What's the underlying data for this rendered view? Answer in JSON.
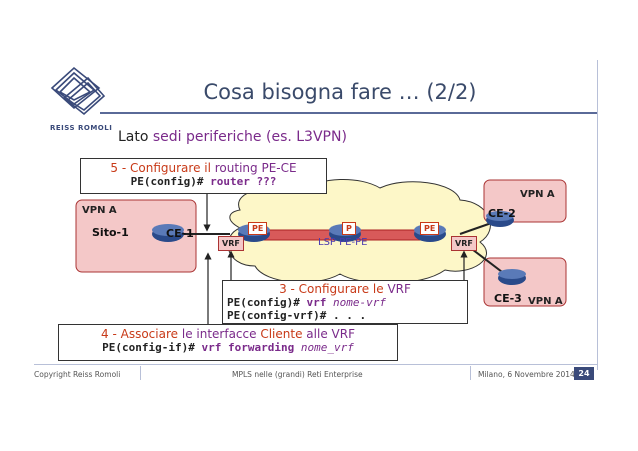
{
  "title": "Cosa bisogna fare … (2/2)",
  "subtitle": {
    "prefix": "Lato",
    "accent": "sedi periferiche (es. L3VPN)"
  },
  "box5": {
    "heading_prefix": "5 - Configurare il",
    "heading_accent": "routing PE-CE",
    "cmd_prompt": "PE(config)# ",
    "cmd_kw": "router ???"
  },
  "box3": {
    "heading_prefix": "3 - Configurare le",
    "heading_accent": "VRF",
    "line1_prompt": "PE(config)# ",
    "line1_kw": "vrf ",
    "line1_arg": "nome-vrf",
    "line2": "PE(config-vrf)# . . ."
  },
  "box4": {
    "heading_prefix": "4 - Associare",
    "heading_accent1": "le interfacce",
    "heading_mid": "Cliente",
    "heading_accent2": "alle VRF",
    "cmd_prompt": "PE(config-if)# ",
    "cmd_kw": "vrf forwarding ",
    "cmd_arg": "nome_vrf"
  },
  "diagram": {
    "vpn_a_left": "VPN A",
    "site1": "Sito-1",
    "ce1": "CE-1",
    "vpn_a_right_top": "VPN A",
    "ce2": "CE-2",
    "ce3": "CE-3",
    "vpn_a_right_bottom": "VPN A",
    "pe_left": "PE",
    "p": "P",
    "pe_right": "PE",
    "vrf_left": "VRF",
    "vrf_right": "VRF",
    "lsp": "LSP PE-PE"
  },
  "footer": {
    "copyright": "Copyright Reiss Romoli",
    "center": "MPLS nelle (grandi) Reti Enterprise",
    "date": "Milano, 6 Novembre 2014",
    "page": "24"
  },
  "logo_text": "REISS ROMOLI",
  "colors": {
    "accent": "#7a2a8a",
    "orange": "#c83a18",
    "navy": "#3a4a7a",
    "pink": "#f4c8c8",
    "cloud": "#fdf7c8"
  }
}
